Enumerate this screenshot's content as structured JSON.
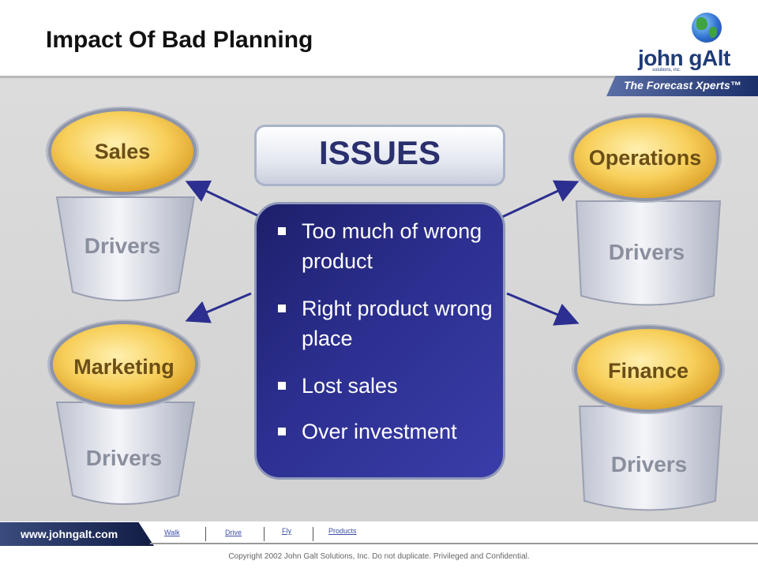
{
  "slide": {
    "title": "Impact Of Bad Planning",
    "logo_text": "john gAlt",
    "logo_sub": "solutions, inc.",
    "tagline": "The Forecast Xperts™"
  },
  "issues": {
    "heading": "ISSUES",
    "items": [
      "Too much of wrong product",
      "Right product wrong place",
      "Lost sales",
      "Over investment"
    ]
  },
  "nodes": [
    {
      "label": "Sales",
      "base_label": "Drivers"
    },
    {
      "label": "Marketing",
      "base_label": "Drivers"
    },
    {
      "label": "Operations",
      "base_label": "Drivers"
    },
    {
      "label": "Finance",
      "base_label": "Drivers"
    }
  ],
  "footer": {
    "url": "www.johngalt.com",
    "links": [
      "Walk",
      "Drive",
      "Fly",
      "Products"
    ],
    "copyright": "Copyright 2002 John Galt Solutions, Inc. Do not duplicate. Privileged and Confidential."
  },
  "colors": {
    "accent_navy": "#2c2f8f",
    "node_gold": "#f2c14e",
    "node_text": "#6b4e16",
    "drivers_text": "#8a8f9e"
  }
}
